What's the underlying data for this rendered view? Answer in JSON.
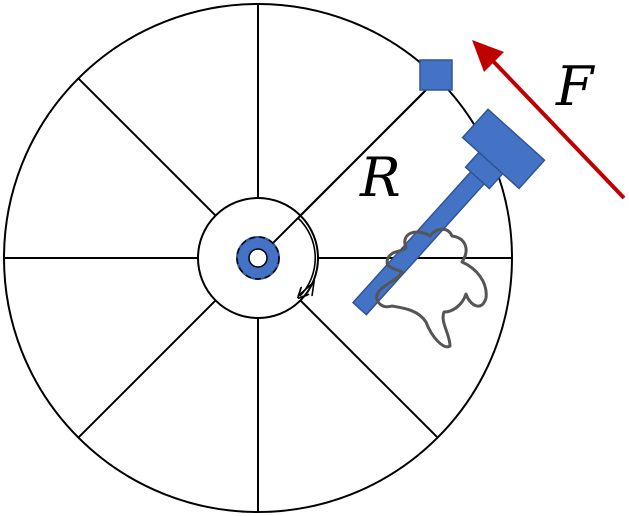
{
  "labels": {
    "radius": "R",
    "force": "F"
  },
  "colors": {
    "wheel_stroke": "#000000",
    "part_fill": "#4472c4",
    "part_stroke": "#2f5597",
    "force_arrow": "#c00000",
    "hand_stroke": "#555555",
    "background": "#ffffff"
  },
  "icons": {
    "hammer": "hammer-icon",
    "hand": "hand-icon",
    "rotation": "rotation-arrow-icon"
  },
  "wheel": {
    "spoke_count": 8
  }
}
